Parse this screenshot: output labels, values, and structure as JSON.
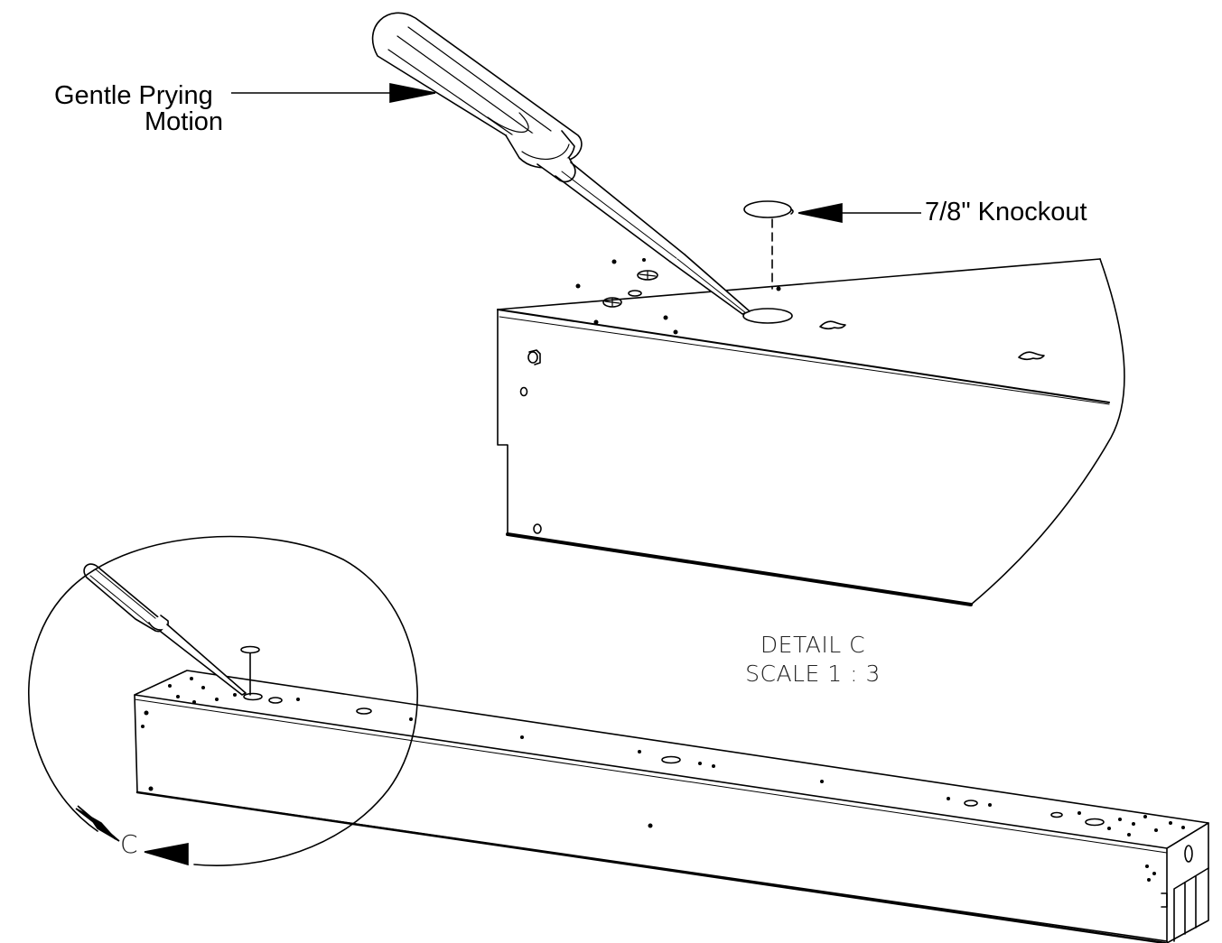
{
  "callouts": {
    "prying_line1": "Gentle Prying",
    "prying_line2": "Motion",
    "knockout": "7/8\" Knockout"
  },
  "detail": {
    "title": "DETAIL C",
    "scale": "SCALE 1 : 3",
    "marker": "C"
  },
  "colors": {
    "line": "#000000",
    "background": "#ffffff"
  }
}
